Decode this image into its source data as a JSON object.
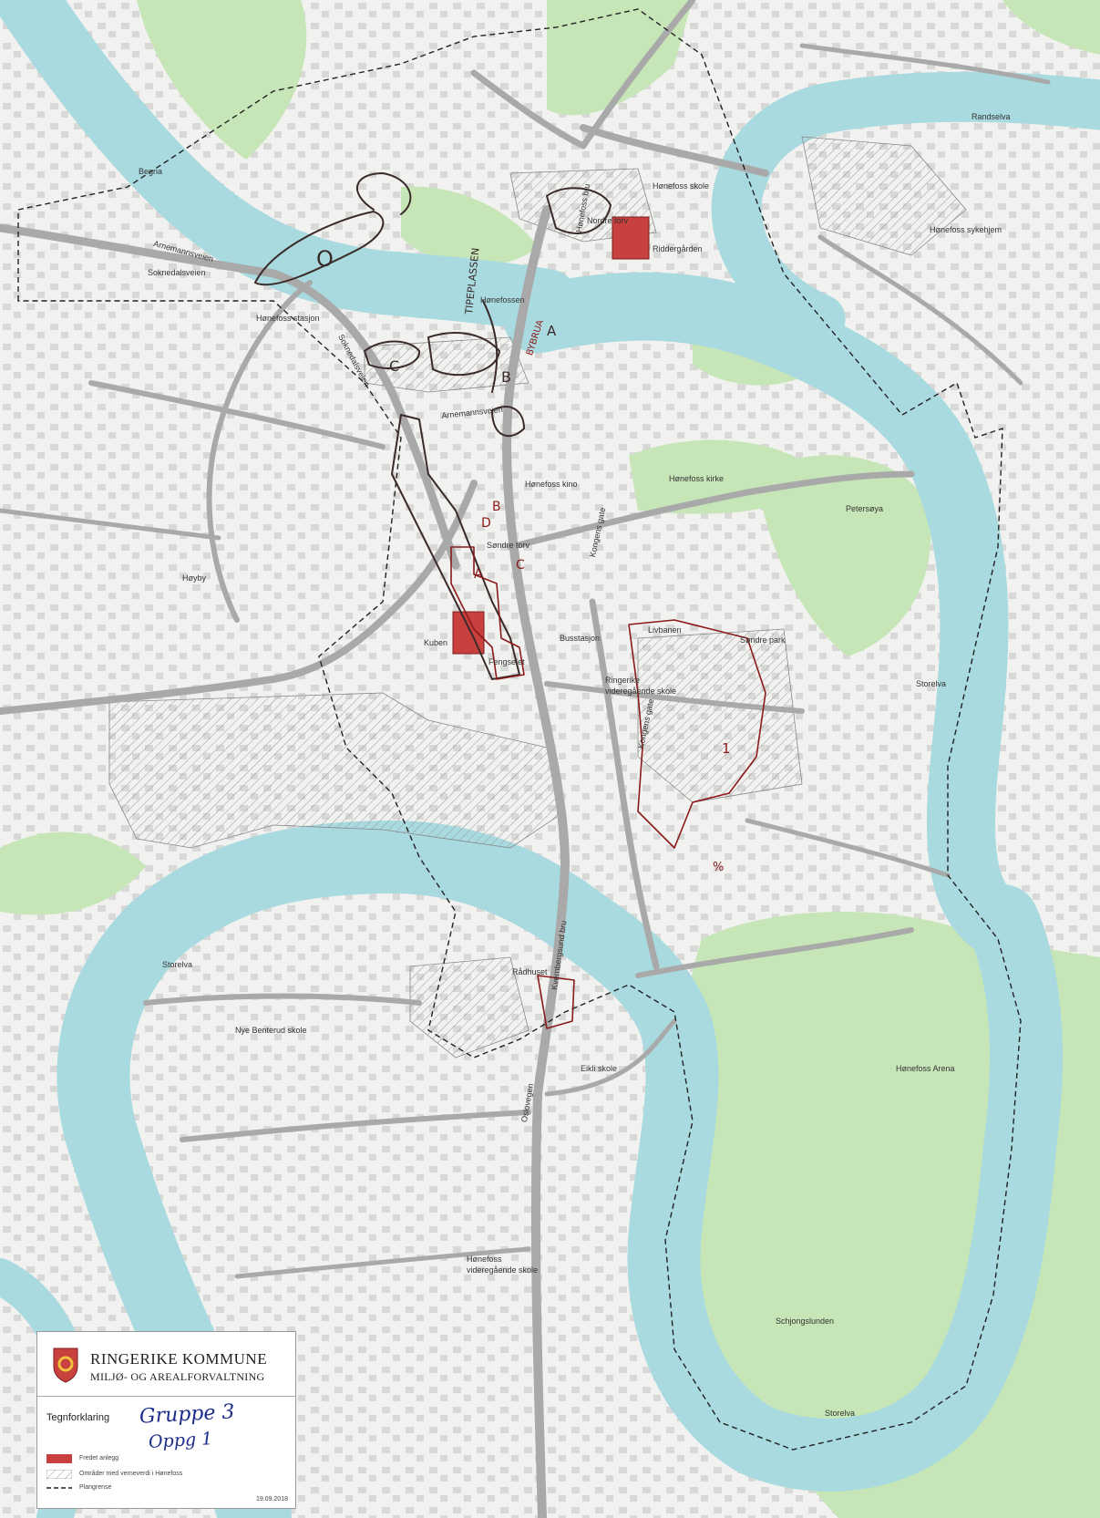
{
  "map": {
    "colors": {
      "water": "#a8dadf",
      "green": "#c7e6b8",
      "land": "#f1f1ef",
      "road": "#a9a9a9",
      "protected": "#c9413f",
      "annotation_dark": "#3a2a2a",
      "annotation_red": "#8b1a1a",
      "handwriting_blue": "#1a2b8a"
    },
    "places": {
      "begna": "Begna",
      "randselva": "Randselva",
      "honefoss_skole": "Hønefoss skole",
      "honefoss_sykehjem": "Hønefoss sykehjem",
      "arnemannsveien_1": "Arnemannsveien",
      "soknedalsveien_1": "Soknedalsveien",
      "honefoss_stasjon": "Hønefoss stasjon",
      "soknedalsveien_2": "Soknedalsveien",
      "nordre_torv": "Nordre torv",
      "riddergarden": "Riddergården",
      "honefossen": "Hønefossen",
      "honefoss_bru": "Hønefoss bru",
      "arnemannsveien_2": "Arnemannsveien",
      "honefoss_kino": "Hønefoss kino",
      "honefoss_kirke": "Hønefoss kirke",
      "petersoya": "Petersøya",
      "sondre_torv": "Søndre torv",
      "kongens_gate_1": "Kongens gate",
      "hoyby": "Høyby",
      "kuben": "Kuben",
      "fengselet": "Fengselet",
      "busstasjon": "Busstasjon",
      "livbanen": "Livbanen",
      "sondre_park": "Søndre park",
      "ringerike_vgs_1": "Ringerike",
      "ringerike_vgs_2": "videregående skole",
      "kongens_gate_2": "Kongens gate",
      "storelva_east": "Storelva",
      "storelva_west": "Storelva",
      "kvernbergsund_bru": "Kvernbergsund bru",
      "radhuset": "Rådhuset",
      "nye_benterud_skole": "Nye Benterud skole",
      "eikli_skole": "Eikli skole",
      "honefoss_arena": "Hønefoss Arena",
      "oslovegen": "Oslovegen",
      "honefoss_vgs_1": "Hønefoss",
      "honefoss_vgs_2": "videregående skole",
      "schjongslunden": "Schjongslunden",
      "storelva_south": "Storelva"
    },
    "annotations": {
      "circle_o": "O",
      "tiperplassen": "TIPEPLASSEN",
      "label_c": "C",
      "label_b": "B",
      "label_a_side": "A",
      "bybrua": "BYBRUA",
      "label_b2": "B",
      "label_d": "D",
      "label_a": "A",
      "label_c2": "C",
      "label_1": "1",
      "percent": "%"
    }
  },
  "legend": {
    "org_name": "RINGERIKE KOMMUNE",
    "department": "MILJØ- OG AREALFORVALTNING",
    "title": "Tegnforklaring",
    "handwritten_line1": "Gruppe 3",
    "handwritten_line2": "Oppg 1",
    "items": [
      {
        "label": "Fredet anlegg"
      },
      {
        "label": "Områder med verneverdi i Hønefoss"
      },
      {
        "label": "Plangrense"
      }
    ],
    "date": "19.09.2018"
  }
}
